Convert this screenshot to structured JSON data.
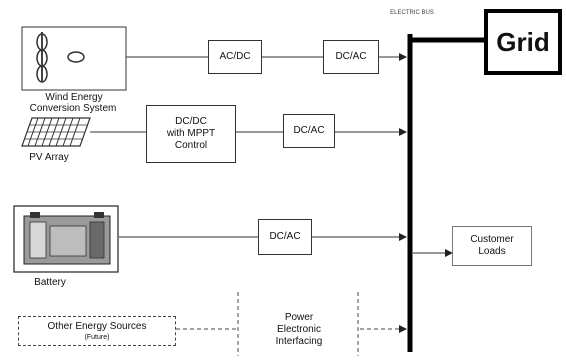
{
  "diagram": {
    "bus_label": "ELECTRIC BUS",
    "grid_label": "Grid",
    "wind": {
      "caption_line1": "Wind Energy",
      "caption_line2": "Conversion System"
    },
    "ac_dc_label": "AC/DC",
    "dc_ac_top_label": "DC/AC",
    "dc_dc_line1": "DC/DC",
    "dc_dc_line2": "with MPPT",
    "dc_dc_line3": "Control",
    "dc_ac_pv_label": "DC/AC",
    "pv_caption": "PV Array",
    "battery_caption": "Battery",
    "dc_ac_battery_label": "DC/AC",
    "customer_line1": "Customer",
    "customer_line2": "Loads",
    "other_line1": "Other Energy Sources",
    "other_line2": "(Future)",
    "power_line1": "Power",
    "power_line2": "Electronic",
    "power_line3": "Interfacing"
  }
}
